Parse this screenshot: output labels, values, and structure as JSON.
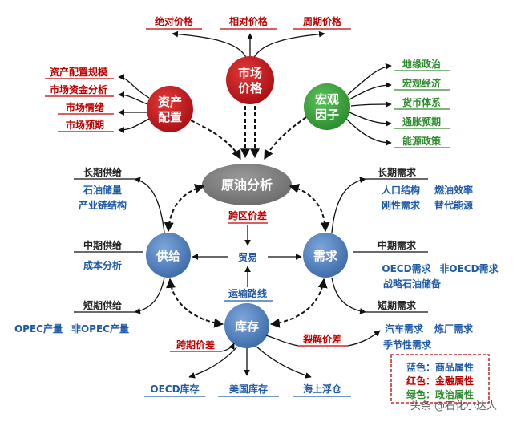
{
  "colors": {
    "blue_node": "#4f7fbf",
    "red_node": "#c8151b",
    "green_node": "#3aa23a",
    "center_node": "#777777",
    "red_text": "#c00000",
    "blue_text": "#1f5aa8",
    "green_text": "#2e8b2e",
    "dark_text": "#222222"
  },
  "center": {
    "label": "原油分析"
  },
  "market_price": {
    "label_line1": "市场",
    "label_line2": "价格",
    "items": [
      "绝对价格",
      "相对价格",
      "周期价格"
    ]
  },
  "asset_allocation": {
    "label_line1": "资产",
    "label_line2": "配置",
    "items": [
      "资产配置规模",
      "市场资金分析",
      "市场情绪",
      "市场预期"
    ]
  },
  "macro_factors": {
    "label_line1": "宏观",
    "label_line2": "因子",
    "items": [
      "地缘政治",
      "宏观经济",
      "货币体系",
      "通胀预期",
      "能源政策"
    ]
  },
  "supply": {
    "label": "供给",
    "long_term": {
      "title": "长期供给",
      "items": [
        "石油储量",
        "产业链结构"
      ]
    },
    "mid_term": {
      "title": "中期供给",
      "items": [
        "成本分析"
      ]
    },
    "short_term": {
      "title": "短期供给",
      "items": [
        "OPEC产量",
        "非OPEC产量"
      ]
    }
  },
  "demand": {
    "label": "需求",
    "long_term": {
      "title": "长期需求",
      "row1": [
        "人口结构",
        "燃油效率"
      ],
      "row2": [
        "刚性需求",
        "替代能源"
      ]
    },
    "mid_term": {
      "title": "中期需求",
      "row1": [
        "OECD需求",
        "非OECD需求"
      ],
      "row2": [
        "战略石油储备"
      ]
    },
    "short_term": {
      "title": "短期需求",
      "row1": [
        "汽车需求",
        "炼厂需求"
      ],
      "row2": [
        "季节性需求"
      ]
    }
  },
  "inventory": {
    "label": "库存",
    "items": [
      "OECD库存",
      "美国库存",
      "海上浮仓"
    ]
  },
  "links": {
    "trade": "贸易",
    "cross_region_spread": "跨区价差",
    "transport_route": "运输路线",
    "cross_period_spread": "跨期价差",
    "crack_spread": "裂解价差"
  },
  "legend": {
    "blue": "蓝色：商品属性",
    "red": "红色：金融属性",
    "green": "绿色：政治属性"
  },
  "watermark": "头条 @石化小达人"
}
